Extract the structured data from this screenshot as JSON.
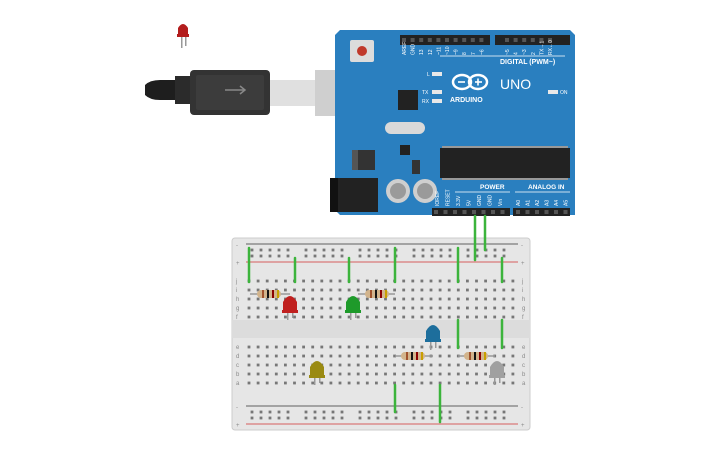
{
  "board": {
    "brand": "ARDUINO",
    "model": "UNO",
    "digital_header": "DIGITAL (PWM~)",
    "power_header": "POWER",
    "analog_header": "ANALOG IN",
    "led_l": "L",
    "led_tx": "TX",
    "led_rx": "RX",
    "led_on": "ON",
    "digital_pins": [
      "AREF",
      "GND",
      "13",
      "12",
      "~11",
      "~10",
      "~9",
      "8",
      "7",
      "~6",
      "~5",
      "4",
      "~3",
      "2",
      "TX→1",
      "RX←0"
    ],
    "power_pins": [
      "IOREF",
      "RESET",
      "3.3V",
      "5V",
      "GND",
      "GND",
      "Vin"
    ],
    "analog_pins": [
      "A0",
      "A1",
      "A2",
      "A3",
      "A4",
      "A5"
    ]
  },
  "breadboard": {
    "rows_top": [
      "j",
      "i",
      "h",
      "g",
      "f"
    ],
    "rows_bottom": [
      "e",
      "d",
      "c",
      "b",
      "a"
    ],
    "rail_minus": "-",
    "rail_plus": "+"
  },
  "components": {
    "leds": [
      {
        "name": "led-red-loose",
        "color": "#b31d1d"
      },
      {
        "name": "led-red",
        "color": "#c0201f"
      },
      {
        "name": "led-green",
        "color": "#1e9a2a"
      },
      {
        "name": "led-blue",
        "color": "#1d6e9c"
      },
      {
        "name": "led-yellow",
        "color": "#9a8a12"
      },
      {
        "name": "led-white",
        "color": "#a0a0a0"
      }
    ],
    "wire_color": "#3cb43c",
    "board_color": "#2a7fbf"
  }
}
